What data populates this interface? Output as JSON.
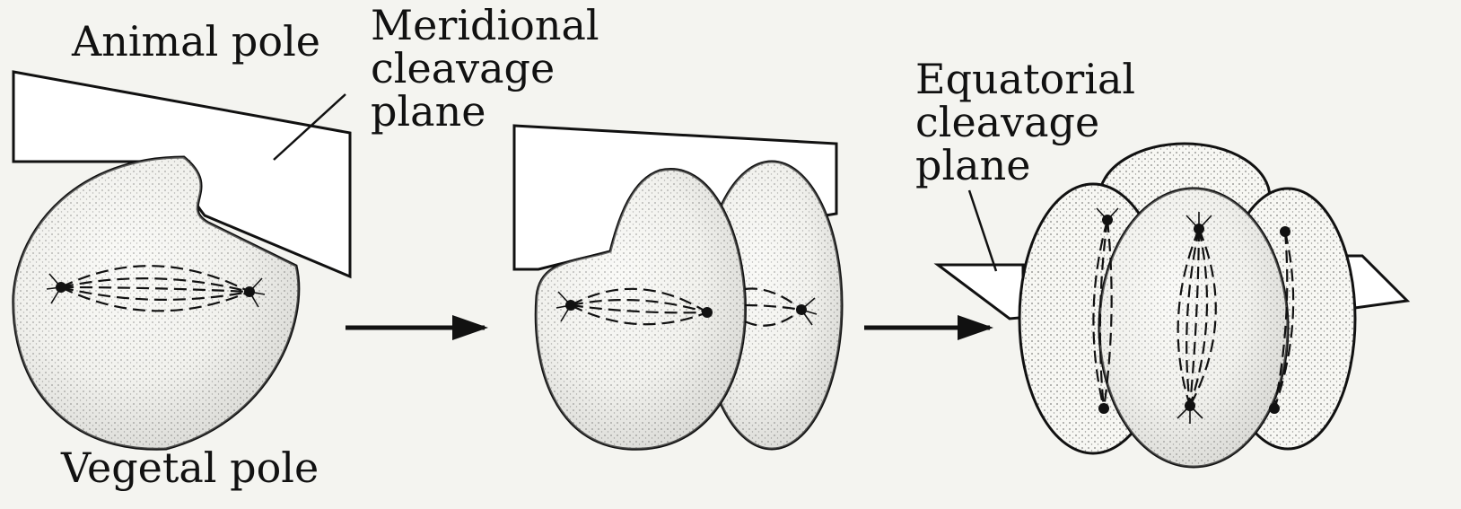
{
  "labels": {
    "animal_pole": "Animal pole",
    "vegetal_pole": "Vegetal pole",
    "meridional": [
      "Meridional",
      "cleavage",
      "plane"
    ],
    "equatorial": [
      "Equatorial",
      "cleavage",
      "plane"
    ]
  }
}
